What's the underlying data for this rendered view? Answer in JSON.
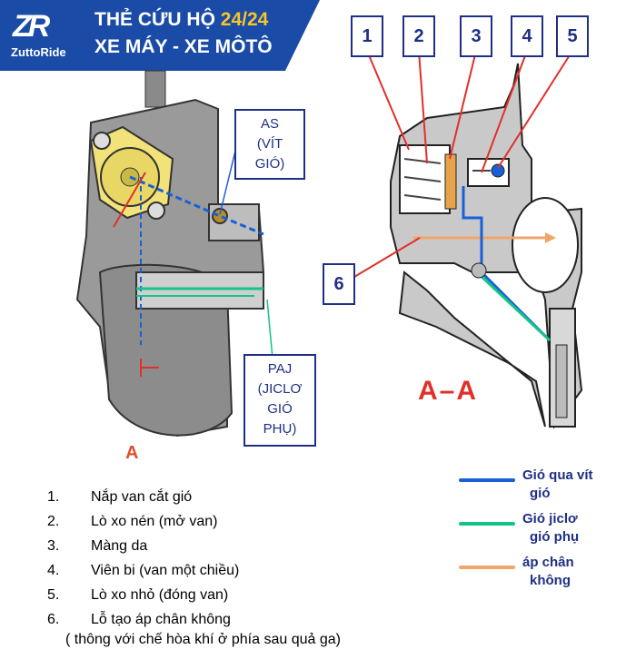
{
  "banner": {
    "logo_mark": "ZR",
    "logo_text": "ZuttoRide",
    "line1_prefix": "THẺ CỨU HỘ ",
    "line1_highlight": "24/24",
    "line2": "XE MÁY - XE MÔTÔ"
  },
  "number_boxes": [
    "1",
    "2",
    "3",
    "4",
    "5",
    "6"
  ],
  "callouts": {
    "as": [
      "AS",
      "(VÍT",
      "GIÓ)"
    ],
    "paj": [
      "PAJ",
      "(JICLƠ",
      "GIÓ",
      "PHỤ)"
    ]
  },
  "section_labels": {
    "left": "A",
    "right": "A–A"
  },
  "parts_list": [
    {
      "num": "1.",
      "text": "Nắp van cắt gió"
    },
    {
      "num": "2.",
      "text": "Lò xo nén (mở van)"
    },
    {
      "num": "3.",
      "text": "Màng da"
    },
    {
      "num": "4.",
      "text": "Viên bi (van một chiều)"
    },
    {
      "num": "5.",
      "text": "Lò xo nhỏ (đóng van)"
    },
    {
      "num": "6.",
      "text": "Lỗ tạo áp chân không"
    }
  ],
  "note": "( thông với chế hòa khí ở phía sau quả ga)",
  "legend": [
    {
      "lines": [
        "Gió qua vít",
        "gió"
      ],
      "color": "#1a5fd6"
    },
    {
      "lines": [
        "Gió jiclơ",
        "gió phụ"
      ],
      "color": "#12c48a"
    },
    {
      "lines": [
        "áp chân",
        "không"
      ],
      "color": "#f2a56a"
    }
  ],
  "colors": {
    "banner": "#1a4ba6",
    "box_border": "#1f2f86",
    "accent_red": "#e1302a",
    "highlight": "#f6c52b"
  }
}
